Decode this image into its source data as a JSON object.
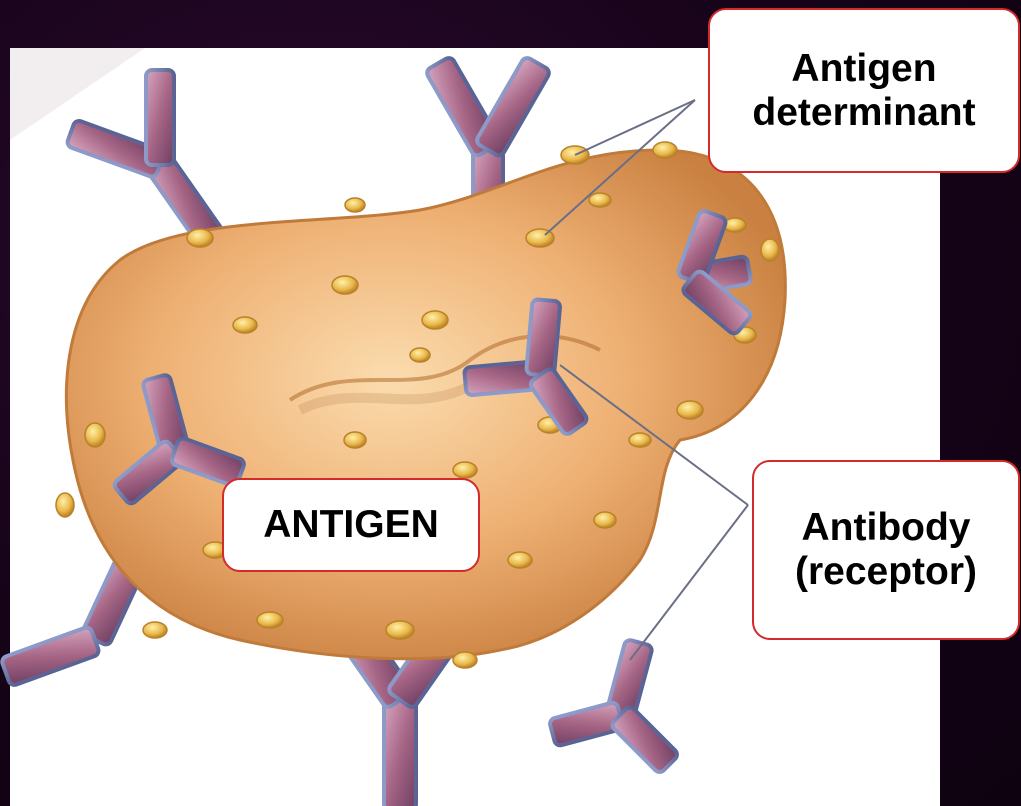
{
  "labels": {
    "antigen_determinant": [
      "Antigen",
      "determinant"
    ],
    "antigen": "ANTIGEN",
    "antibody": [
      "Antibody",
      "(receptor)"
    ]
  },
  "colors": {
    "background": "#160318",
    "antigen_body": "#e8a867",
    "determinant": "#e9b74a",
    "antibody": "#b07090",
    "label_border": "#d42a2a"
  }
}
